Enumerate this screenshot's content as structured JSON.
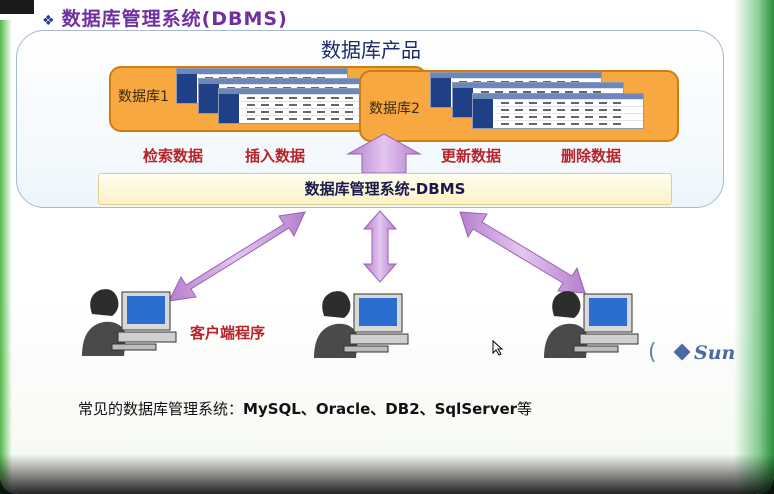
{
  "slide": {
    "title": "数据库管理系统(DBMS)",
    "product_title": "数据库产品",
    "db1_label": "数据库1",
    "db2_label": "数据库2",
    "operations": [
      "检索数据",
      "插入数据",
      "更新数据",
      "删除数据"
    ],
    "dbms_label": "数据库管理系统-DBMS",
    "client_label": "客户端程序",
    "logo_text": "Sun",
    "caption_prefix": "常见的数据库管理系统：",
    "caption_list": "MySQL、Oracle、DB2、SqlServer",
    "caption_suffix": "等"
  },
  "colors": {
    "title": "#7030a0",
    "db_box": "#f7a840",
    "operation_text": "#b8232a",
    "arrow": "#c69ad8",
    "dbms_bar": "#fbf2c4"
  }
}
